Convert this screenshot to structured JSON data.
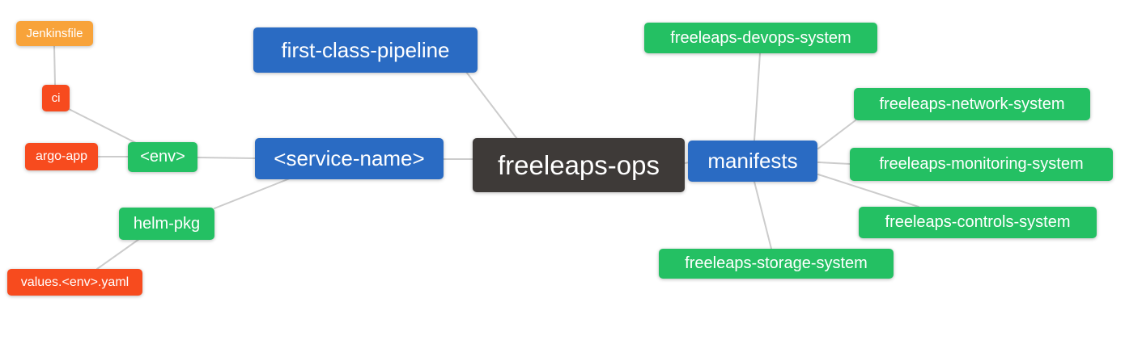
{
  "diagram": {
    "type": "mindmap",
    "root": "freeleaps-ops"
  },
  "colors": {
    "blue": "#2a6bc3",
    "green": "#24c063",
    "red": "#f74b1e",
    "amber": "#f8a33a",
    "dark": "#3e3a38",
    "edge": "#cccccc",
    "text": "#ffffff",
    "background": "#ffffff"
  },
  "nodes": {
    "freeleaps_ops": {
      "label": "freeleaps-ops",
      "color": "dark",
      "level": 0
    },
    "first_class_pipeline": {
      "label": "first-class-pipeline",
      "color": "blue",
      "level": 1
    },
    "service_name": {
      "label": "<service-name>",
      "color": "blue",
      "level": 1
    },
    "manifests": {
      "label": "manifests",
      "color": "blue",
      "level": 1
    },
    "env": {
      "label": "<env>",
      "color": "green",
      "level": 2
    },
    "helm_pkg": {
      "label": "helm-pkg",
      "color": "green",
      "level": 2
    },
    "ci": {
      "label": "ci",
      "color": "red",
      "level": 3
    },
    "argo_app": {
      "label": "argo-app",
      "color": "red",
      "level": 3
    },
    "values_env_yaml": {
      "label": "values.<env>.yaml",
      "color": "red",
      "level": 3
    },
    "jenkinsfile": {
      "label": "Jenkinsfile",
      "color": "amber",
      "level": 4
    },
    "devops_system": {
      "label": "freeleaps-devops-system",
      "color": "green",
      "level": 2
    },
    "network_system": {
      "label": "freeleaps-network-system",
      "color": "green",
      "level": 2
    },
    "monitoring_system": {
      "label": "freeleaps-monitoring-system",
      "color": "green",
      "level": 2
    },
    "controls_system": {
      "label": "freeleaps-controls-system",
      "color": "green",
      "level": 2
    },
    "storage_system": {
      "label": "freeleaps-storage-system",
      "color": "green",
      "level": 2
    }
  },
  "edges": [
    [
      "jenkinsfile",
      "ci"
    ],
    [
      "ci",
      "env"
    ],
    [
      "argo_app",
      "env"
    ],
    [
      "env",
      "service_name"
    ],
    [
      "service_name",
      "freeleaps_ops"
    ],
    [
      "first_class_pipeline",
      "freeleaps_ops"
    ],
    [
      "service_name",
      "helm_pkg"
    ],
    [
      "helm_pkg",
      "values_env_yaml"
    ],
    [
      "freeleaps_ops",
      "manifests"
    ],
    [
      "manifests",
      "devops_system"
    ],
    [
      "manifests",
      "network_system"
    ],
    [
      "manifests",
      "monitoring_system"
    ],
    [
      "manifests",
      "controls_system"
    ],
    [
      "manifests",
      "storage_system"
    ]
  ]
}
